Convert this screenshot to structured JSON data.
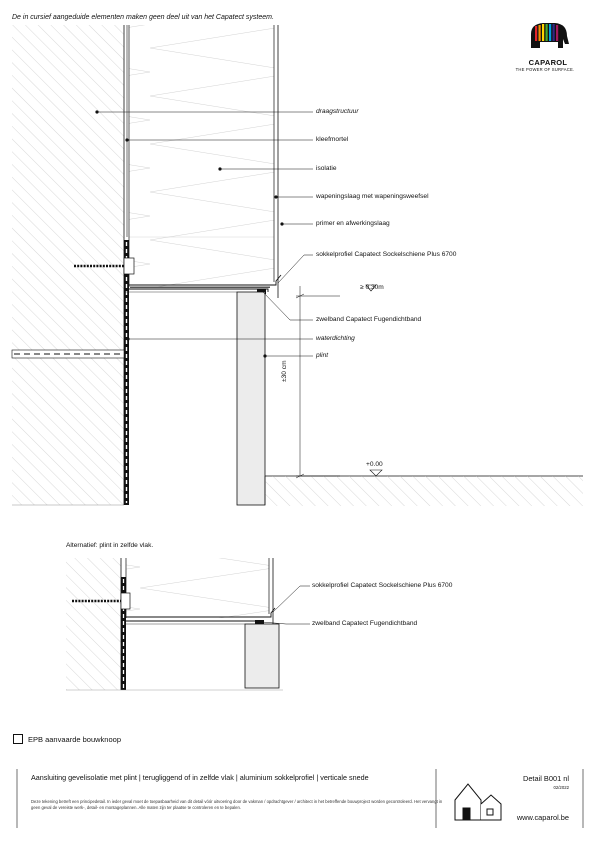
{
  "header": {
    "note": "De in cursief aangeduide elementen maken geen deel uit van het Capatect systeem."
  },
  "logo": {
    "brand": "CAPAROL",
    "tagline": "THE POWER OF SURFACE."
  },
  "detail_main": {
    "labels": {
      "draagstructuur": "draagstructuur",
      "kleefmortel": "kleefmortel",
      "isolatie": "isolatie",
      "wapeningslaag": "wapeningslaag met wapeningsweefsel",
      "primer": "primer en afwerkingslaag",
      "sokkelprofiel": "sokkelprofiel Capatect Sockelschiene Plus 6700",
      "zwelband": "zwelband Capatect Fugendichtband",
      "waterdichting": "waterdichting",
      "plint": "plint"
    },
    "dimensions": {
      "height_min": "≥ 0.30m",
      "depth": "±30 cm",
      "level": "+0.00"
    }
  },
  "detail_alt": {
    "title": "Alternatief: plint in zelfde vlak.",
    "labels": {
      "sokkelprofiel": "sokkelprofiel Capatect Sockelschiene Plus 6700",
      "zwelband": "zwelband Capatect Fugendichtband"
    }
  },
  "epb": {
    "label": "EPB aanvaarde bouwknoop"
  },
  "title_block": {
    "title": "Aansluiting gevelisolatie met plint | terugliggend of in zelfde vlak | aluminium sokkelprofiel | verticale snede",
    "disclaimer": "Deze tekening betreft een principedetail. In ieder geval moet de toepasbaarheid van dit detail vóór uitvoering door de vakman / opdrachtgever / architect in het betreffende bouwproject worden gecontroleerd. Het vervangt in geen geval de vereiste werk-, detail- en montageplannen. Alle maten zijn ter plaatse te controleren en te bepalen.",
    "detail_no": "Detail B001 nl",
    "date": "02/2022",
    "website": "www.caparol.be"
  },
  "colors": {
    "line": "#111111",
    "hatch": "#bdbdbd",
    "insulation": "#d3d3d3",
    "plinth_fill": "#ececec"
  }
}
